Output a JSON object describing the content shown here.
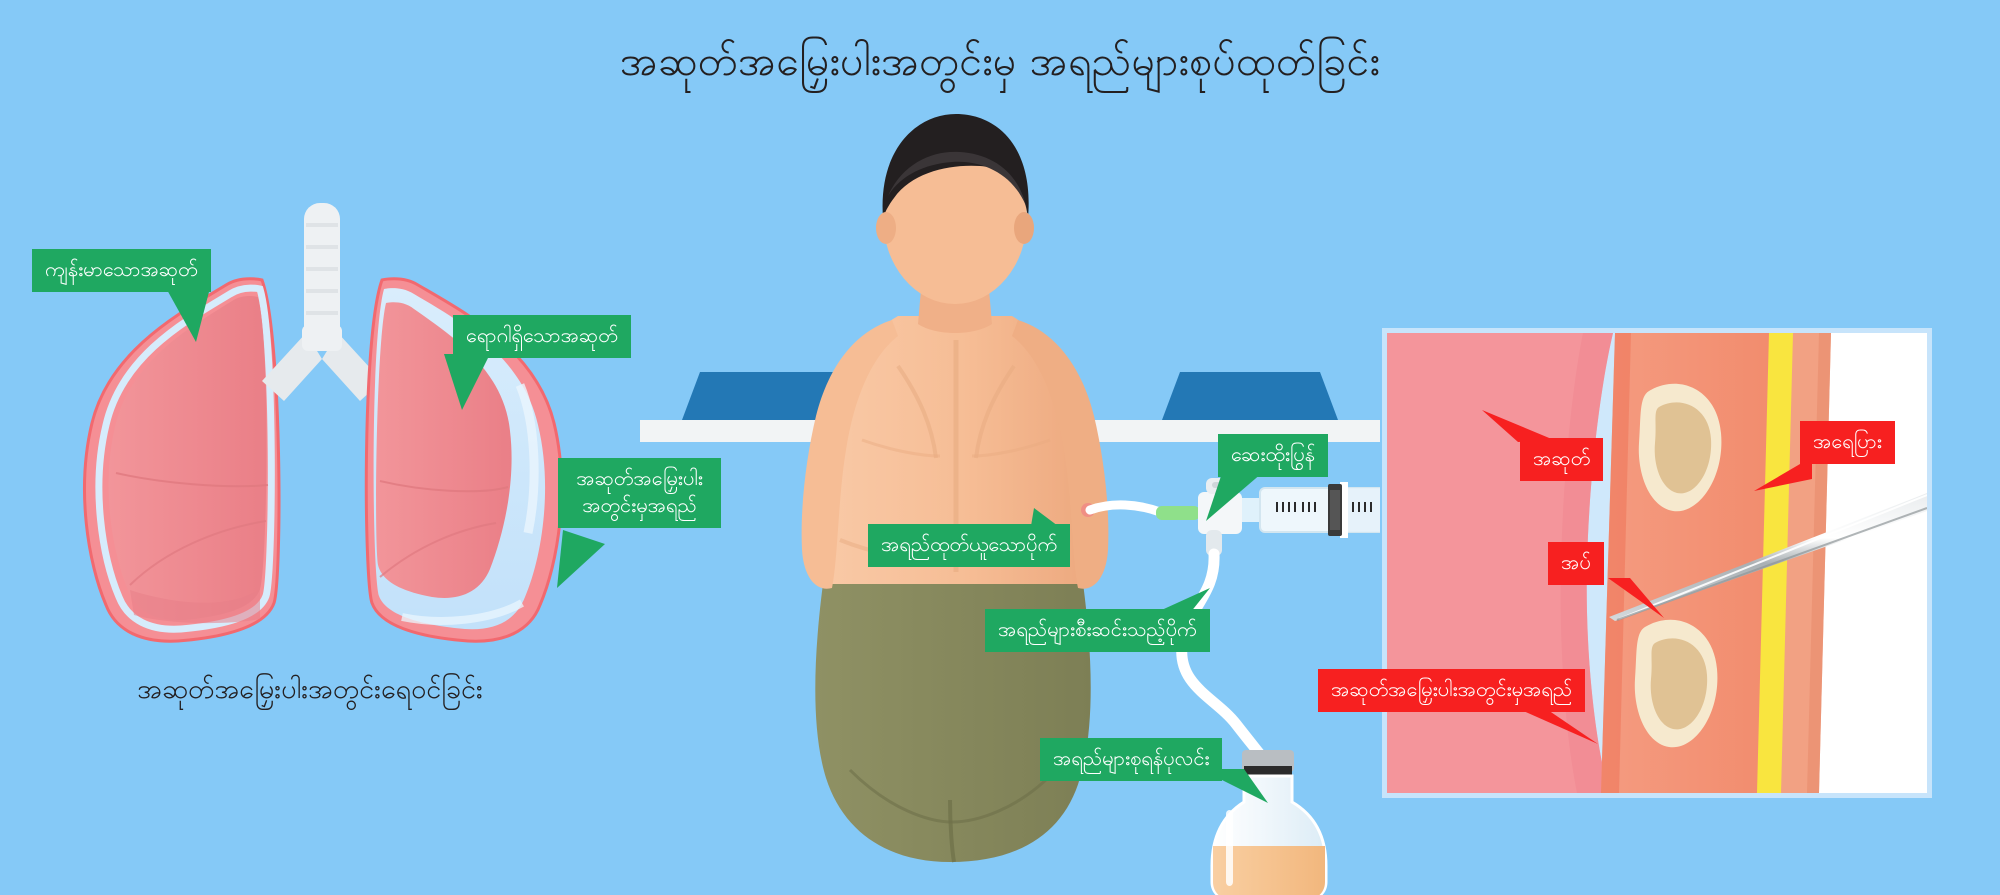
{
  "title": "အဆုတ်အမြှေးပါးအတွင်းမှ အရည်များစုပ်ထုတ်ခြင်း",
  "colors": {
    "background": "#85c9f7",
    "label_green": "#1fa861",
    "label_red": "#f72020",
    "lung_pink": "#f0898f",
    "pleural_fluid": "#cfe8fb",
    "skin": "#f7c09a",
    "muscle": "#f4957a",
    "fat_yellow": "#f9e53f",
    "bone_cream": "#f5e6c8",
    "bone_inner": "#dcbd8e",
    "drain_fluid": "#f7c58f",
    "panel_border": "#c7e4fb",
    "trousers": "#8a8c5e",
    "hair": "#231f20",
    "table_blue": "#2378b5"
  },
  "lungs_panel": {
    "caption": "အဆုတ်အမြှေးပါးအတွင်းရေဝင်ခြင်း",
    "labels": [
      {
        "id": "healthy-lung",
        "text": "ကျန်းမာသောအဆုတ်"
      },
      {
        "id": "diseased-lung",
        "text": "ရောဂါရှိသောအဆုတ်"
      },
      {
        "id": "pleural-fluid-line1",
        "text": "အဆုတ်အမြှေးပါး"
      },
      {
        "id": "pleural-fluid-line2",
        "text": "အတွင်းမှအရည်"
      }
    ]
  },
  "patient_panel": {
    "labels": [
      {
        "id": "syringe",
        "text": "ဆေးထိုးပြွန်"
      },
      {
        "id": "drain-needle",
        "text": "အရည်ထုတ်ယူသောပိုက်"
      },
      {
        "id": "drain-tube",
        "text": "အရည်များစီးဆင်းသည့်ပိုက်"
      },
      {
        "id": "collection-bottle",
        "text": "အရည်များစုရန်ပုလင်း"
      }
    ]
  },
  "crosssection_panel": {
    "labels": [
      {
        "id": "lung",
        "text": "အဆုတ်"
      },
      {
        "id": "skin",
        "text": "အရေပြား"
      },
      {
        "id": "needle",
        "text": "အပ်"
      },
      {
        "id": "pleural-fluid",
        "text": "အဆုတ်အမြှေးပါးအတွင်းမှအရည်"
      }
    ]
  }
}
